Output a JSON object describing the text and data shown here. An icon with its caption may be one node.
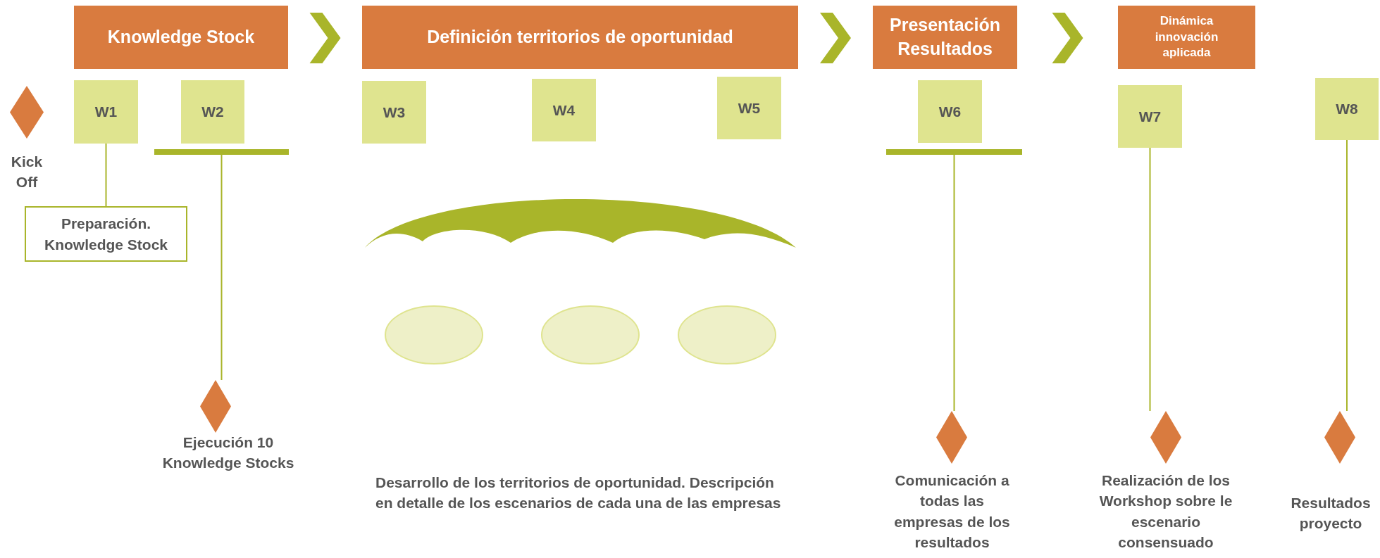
{
  "diagram": {
    "nodes": [
      {
        "text": [
          "Knowledge Stock"
        ]
      },
      {
        "text": [
          "Definición territorios de oportunidad"
        ]
      },
      {
        "text": [
          "Presentación Resultados"
        ]
      },
      {
        "text": [
          "Dinámica innovación aplicada"
        ]
      },
      {
        "text": [],
        "shape": "diamond",
        "beside": [
          "Kick Off"
        ]
      },
      {
        "text": [
          "W1"
        ]
      },
      {
        "text": [
          "W2"
        ]
      },
      {
        "text": [
          "W3"
        ]
      },
      {
        "text": [
          "W4"
        ]
      },
      {
        "text": [
          "W5"
        ]
      },
      {
        "text": [
          "W6"
        ]
      },
      {
        "text": [
          "W7"
        ]
      },
      {
        "text": [
          "W8"
        ]
      },
      {
        "text": [
          "Preparación. Knowledge Stock"
        ]
      },
      {
        "text": [],
        "shape": "bar"
      },
      {
        "text": [],
        "shape": "diamond",
        "beside": [
          "Ejecución 10 Knowledge Stocks"
        ]
      },
      {
        "text": [],
        "shape": "bar"
      },
      {
        "text": [],
        "shape": "diamond",
        "beside": [
          "Comunicación a todas las empresas de los resultados"
        ]
      },
      {
        "text": [],
        "shape": "diamond",
        "beside": [
          "Realización de los Workshop  sobre le escenario consensuado"
        ]
      },
      {
        "text": [],
        "shape": "diamond",
        "beside": [
          "Resultados proyecto"
        ]
      }
    ],
    "edges": [
      {
        "from": 0,
        "to": 1,
        "arrow": "to"
      },
      {
        "from": 1,
        "to": 2,
        "arrow": "to"
      },
      {
        "from": 2,
        "to": 3,
        "arrow": "to"
      },
      {
        "from": 5,
        "to": 13,
        "arrow": "none"
      },
      {
        "from": 14,
        "to": 15,
        "arrow": "none"
      },
      {
        "from": 16,
        "to": 17,
        "arrow": "none"
      },
      {
        "from": 11,
        "to": 18,
        "arrow": "none"
      },
      {
        "from": 12,
        "to": 19,
        "arrow": "none"
      }
    ],
    "labels": [
      "Desarrollo de los territorios de oportunidad. Descripción en detalle de los escenarios de cada una de las empresas"
    ]
  }
}
